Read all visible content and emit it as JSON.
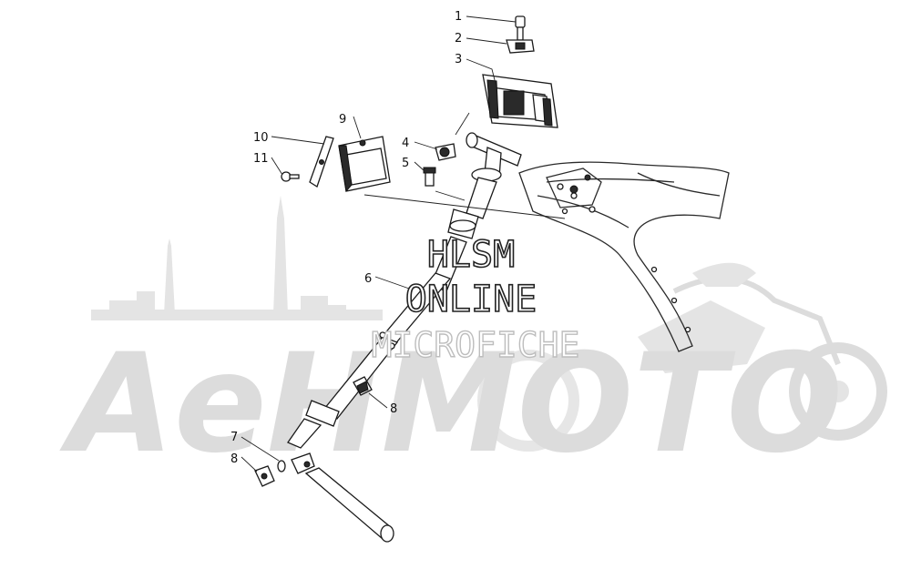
{
  "watermark": {
    "brand": "AeHMOTO",
    "title": "HLSM",
    "subtitle": "ONLINE",
    "tagline": "MICROFICHE"
  },
  "callouts": [
    {
      "id": "1",
      "text": "1"
    },
    {
      "id": "2",
      "text": "2"
    },
    {
      "id": "3",
      "text": "3"
    },
    {
      "id": "4",
      "text": "4"
    },
    {
      "id": "5",
      "text": "5"
    },
    {
      "id": "6",
      "text": "6"
    },
    {
      "id": "7",
      "text": "7"
    },
    {
      "id": "8a",
      "text": "8"
    },
    {
      "id": "8b",
      "text": "8"
    },
    {
      "id": "9",
      "text": "9"
    },
    {
      "id": "10",
      "text": "10"
    },
    {
      "id": "11",
      "text": "11"
    }
  ],
  "colors": {
    "ink": "#1a1a1a",
    "watermark": "#dcdcdc",
    "background": "#ffffff"
  }
}
